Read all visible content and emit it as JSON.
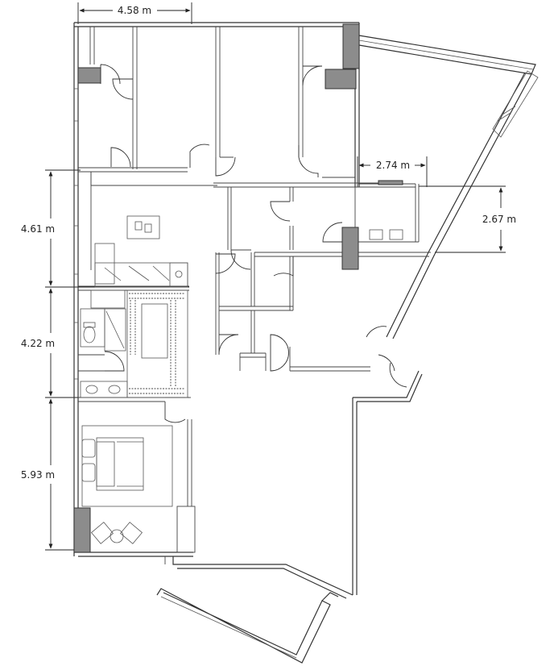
{
  "plan": {
    "dimensions": [
      {
        "id": "top-width",
        "label": "4.58 m"
      },
      {
        "id": "right-width",
        "label": "2.74 m"
      },
      {
        "id": "right-height",
        "label": "2.67 m"
      },
      {
        "id": "left-upper",
        "label": "4.61 m"
      },
      {
        "id": "left-middle",
        "label": "4.22 m"
      },
      {
        "id": "left-lower",
        "label": "5.93 m"
      }
    ],
    "colors": {
      "wall": "#333333",
      "column": "#8c8c8c",
      "background": "#ffffff"
    }
  }
}
